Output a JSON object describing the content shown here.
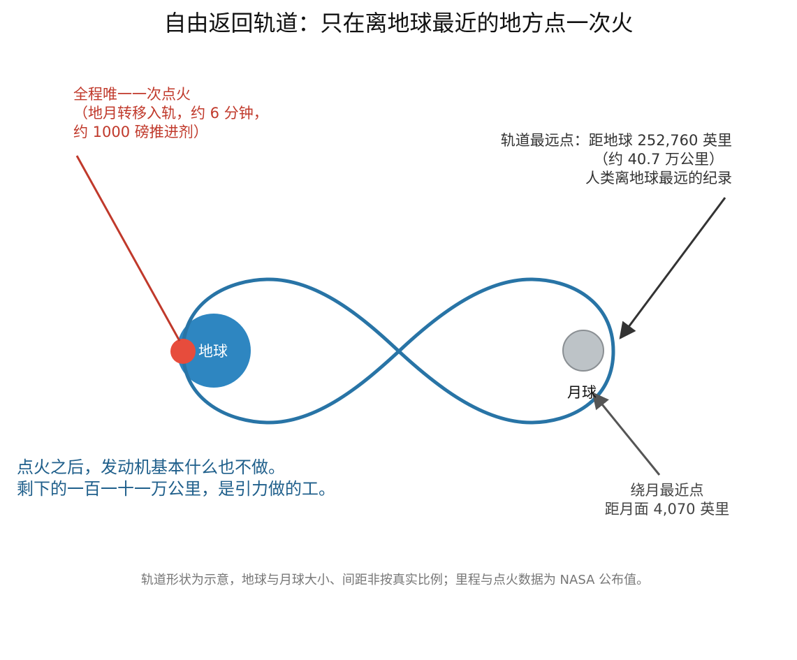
{
  "title": "自由返回轨道：只在离地球最近的地方点一次火",
  "bodies": {
    "earth": {
      "label": "地球",
      "color": "#2e86c1"
    },
    "moon": {
      "label": "月球",
      "color": "#bdc3c7"
    }
  },
  "trajectory": {
    "color": "#2874a6"
  },
  "ignition": {
    "color": "#e74c3c",
    "lines": [
      "全程唯一一次点火",
      "（地月转移入轨，约 6 分钟，",
      "约 1000 磅推进剂）"
    ]
  },
  "apogee": {
    "lines": [
      "轨道最远点：距地球 252,760 英里",
      "（约 40.7 万公里）",
      "人类离地球最远的纪录"
    ]
  },
  "perilune": {
    "lines": [
      "绕月最近点",
      "距月面 4,070 英里"
    ]
  },
  "message": {
    "lines": [
      "点火之后，发动机基本什么也不做。",
      "剩下的一百一十一万公里，是引力做的工。"
    ]
  },
  "footnote": "轨道形状为示意，地球与月球大小、间距非按真实比例；里程与点火数据为 NASA 公布值。"
}
